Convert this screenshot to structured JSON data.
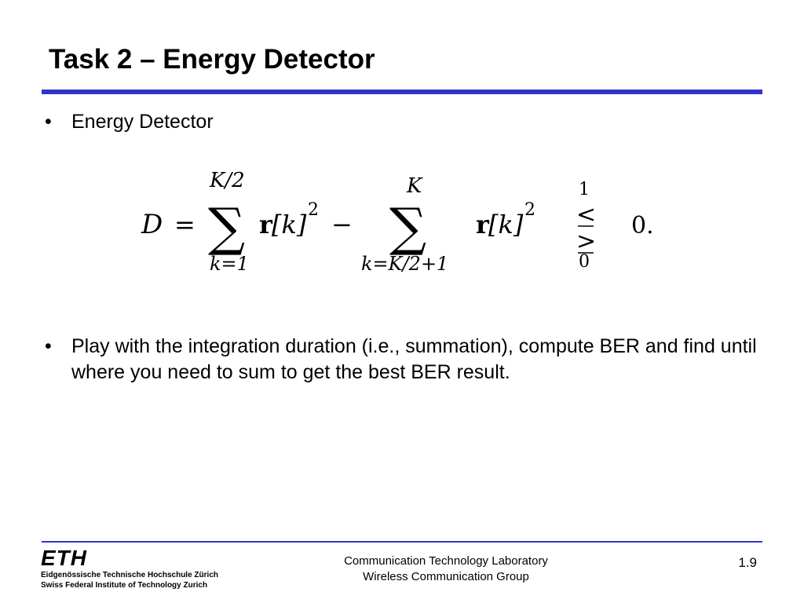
{
  "title": "Task 2 – Energy Detector",
  "colors": {
    "accent": "#3333cc",
    "text": "#000000"
  },
  "bullets": [
    {
      "marker": "•",
      "text": "Energy Detector"
    },
    {
      "marker": "•",
      "text": "Play with the integration duration (i.e., summation), compute BER and find until where you need to sum to get the best BER result."
    }
  ],
  "equation": {
    "lhs": "D",
    "equals": "=",
    "sum1_upper": "K/2",
    "sum1_lower": "k=1",
    "sum_symbol": "∑",
    "term_bold": "r",
    "term_index": "[k]",
    "term_power": "2",
    "minus": "−",
    "sum2_upper": "K",
    "sum2_lower": "k=K/2+1",
    "decision_upper": "1",
    "decision_lower": "0",
    "decision_greater": ">",
    "decision_less": "<",
    "threshold": "0."
  },
  "footer": {
    "logo_mark": "ETH",
    "logo_line1": "Eidgenössische Technische Hochschule Zürich",
    "logo_line2": "Swiss Federal Institute of Technology Zurich",
    "lab": "Communication Technology Laboratory",
    "group": "Wireless Communication Group",
    "page": "1.9"
  }
}
